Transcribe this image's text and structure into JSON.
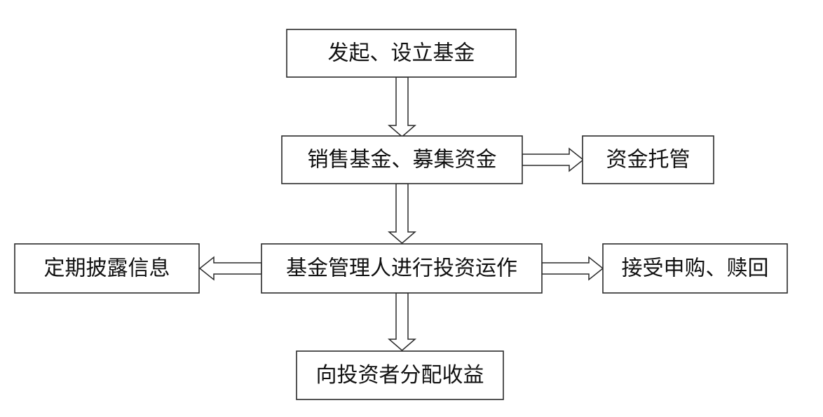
{
  "nodes": {
    "establish": "发起、设立基金",
    "sell": "销售基金、募集资金",
    "custody": "资金托管",
    "operate": "基金管理人进行投资运作",
    "disclose": "定期披露信息",
    "subscribe": "接受申购、赎回",
    "distribute": "向投资者分配收益"
  },
  "edges": [
    {
      "from": "establish",
      "to": "sell",
      "style": "double-arrow"
    },
    {
      "from": "sell",
      "to": "custody",
      "style": "double-arrow"
    },
    {
      "from": "sell",
      "to": "operate",
      "style": "double-arrow"
    },
    {
      "from": "operate",
      "to": "disclose",
      "style": "double-arrow"
    },
    {
      "from": "operate",
      "to": "subscribe",
      "style": "double-arrow"
    },
    {
      "from": "operate",
      "to": "distribute",
      "style": "double-arrow"
    }
  ],
  "colors": {
    "stroke": "#2a2a2a",
    "text": "#111111",
    "background": "#ffffff"
  }
}
